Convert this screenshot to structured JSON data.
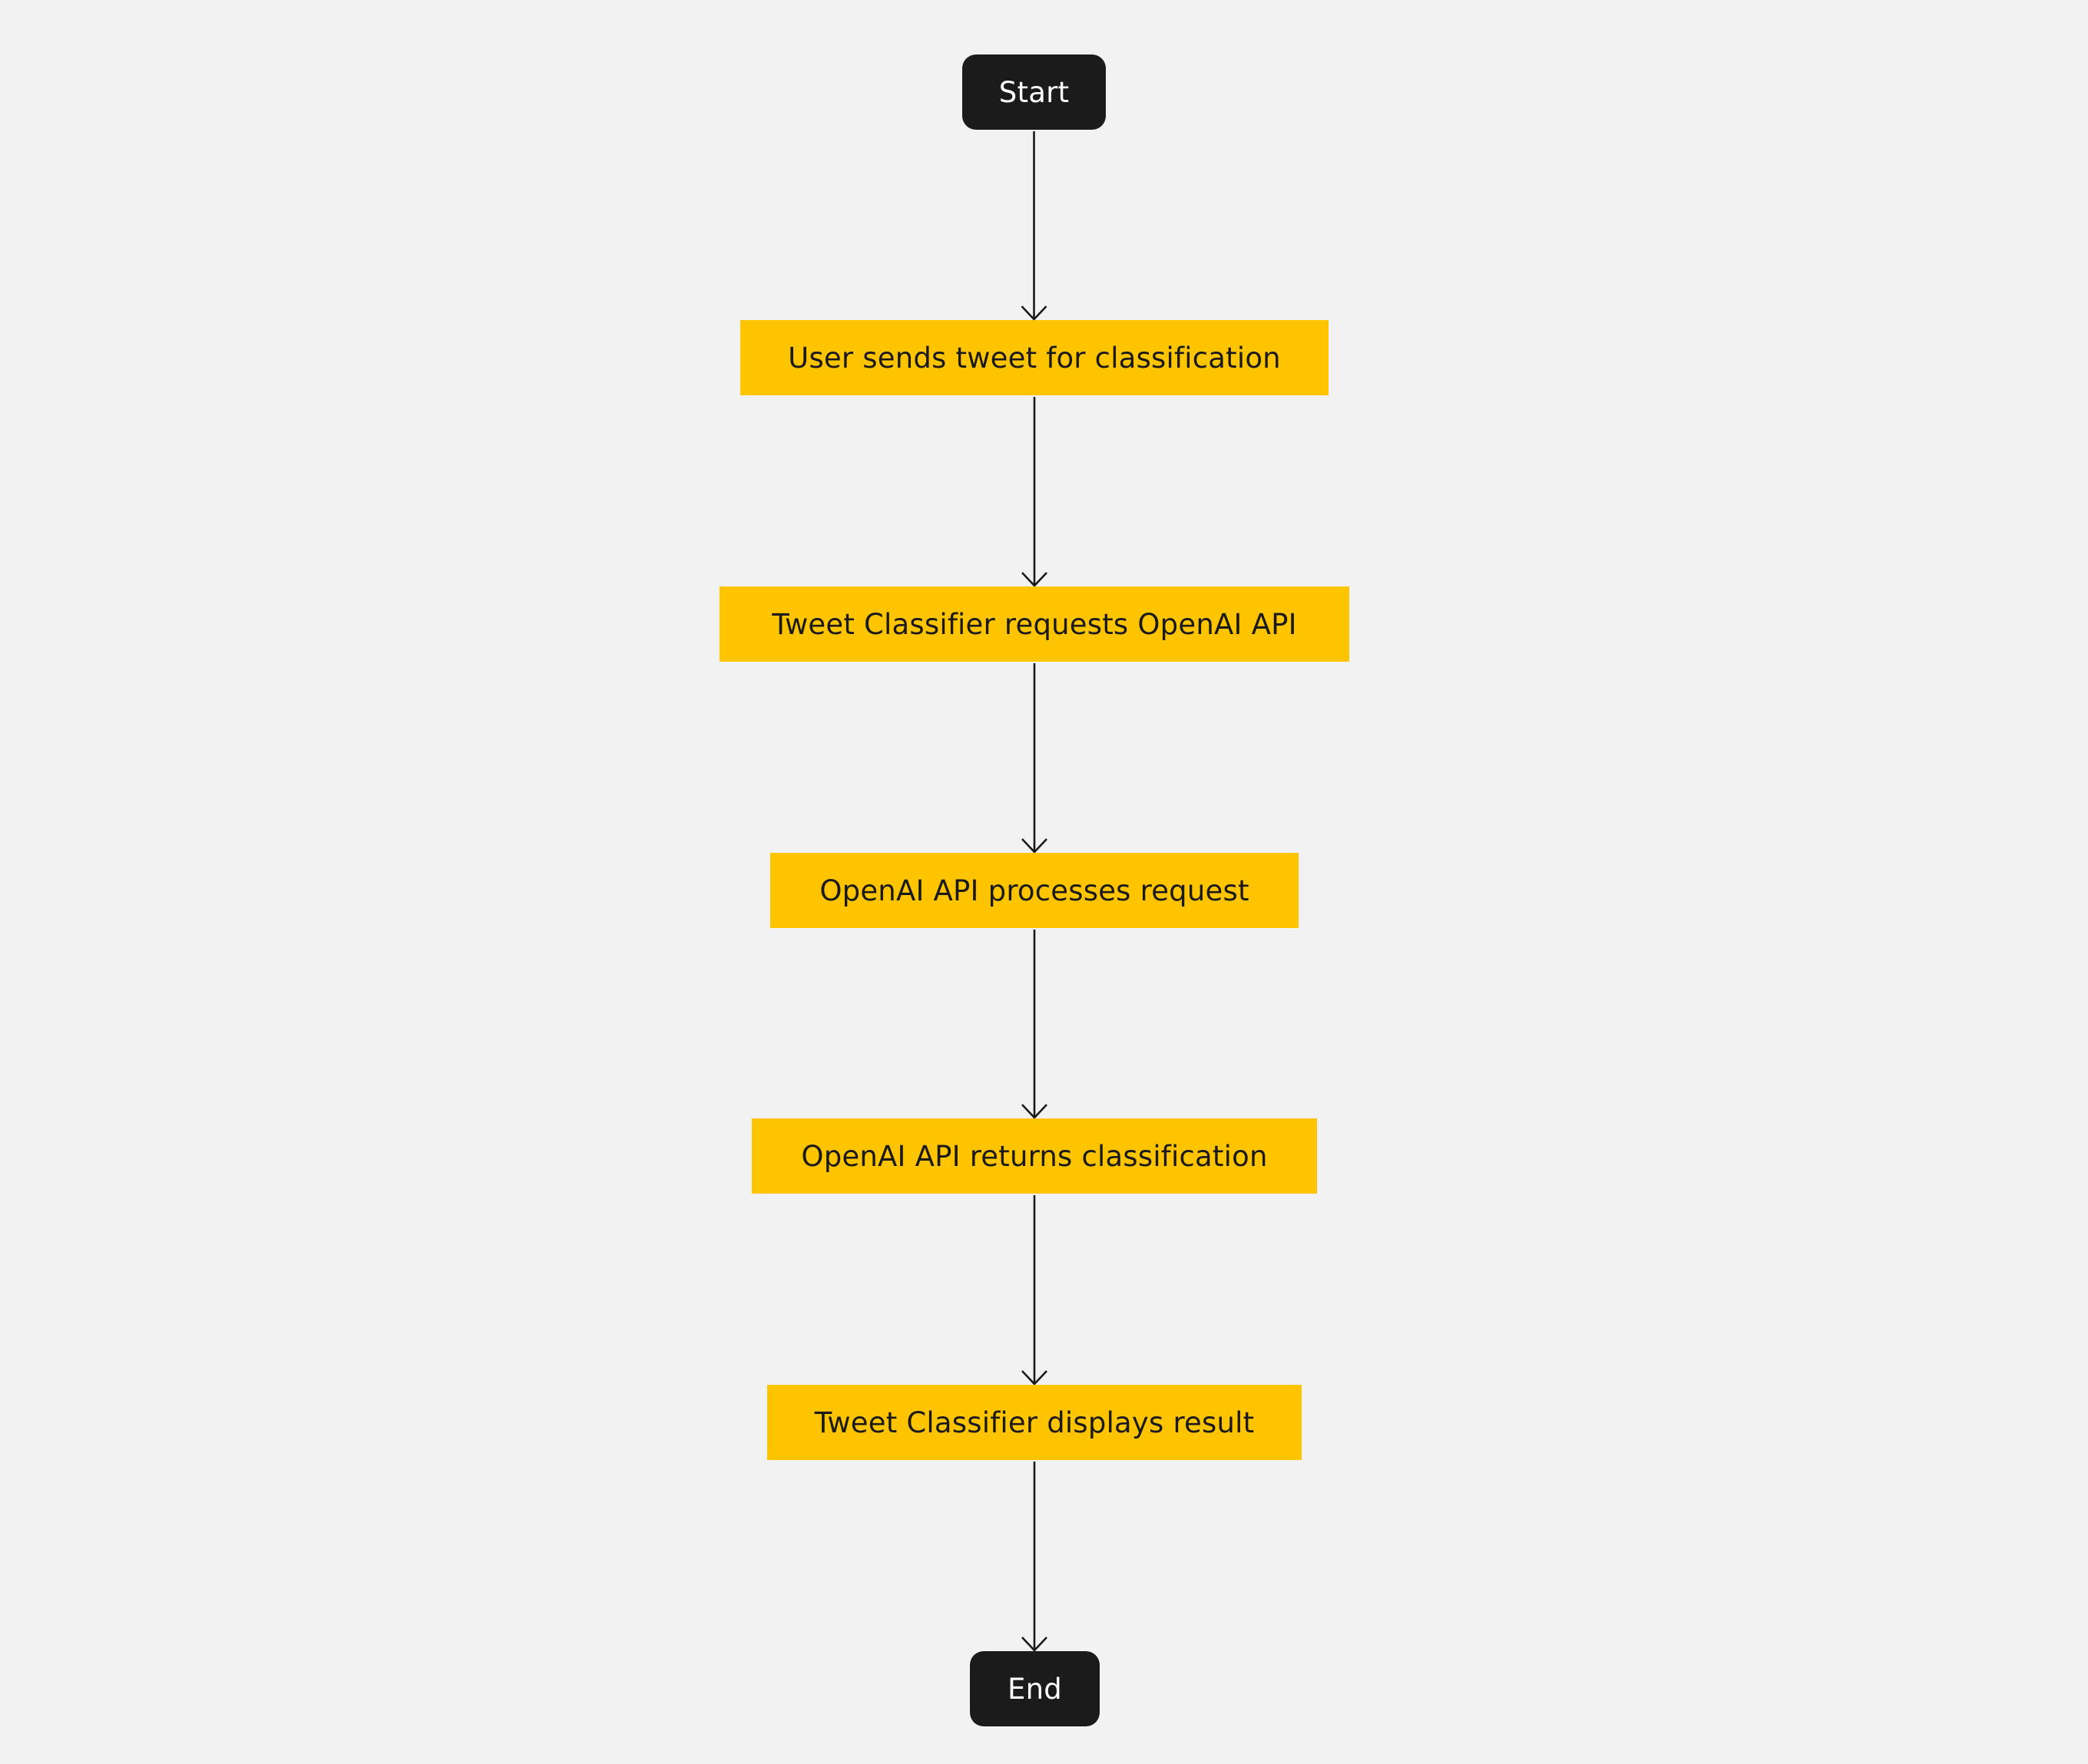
{
  "diagram": {
    "type": "flowchart",
    "colors": {
      "background": "#f2f2f2",
      "terminal_fill": "#1b1b1b",
      "terminal_text": "#ffffff",
      "process_fill": "#ffc400",
      "process_text": "#1a1a1a",
      "connector": "#1a1a1a"
    },
    "nodes": [
      {
        "id": "start",
        "kind": "terminal",
        "label": "Start"
      },
      {
        "id": "step1",
        "kind": "process",
        "label": "User sends tweet for classification"
      },
      {
        "id": "step2",
        "kind": "process",
        "label": "Tweet Classifier requests OpenAI API"
      },
      {
        "id": "step3",
        "kind": "process",
        "label": "OpenAI API processes request"
      },
      {
        "id": "step4",
        "kind": "process",
        "label": "OpenAI API returns classification"
      },
      {
        "id": "step5",
        "kind": "process",
        "label": "Tweet Classifier displays result"
      },
      {
        "id": "end",
        "kind": "terminal",
        "label": "End"
      }
    ],
    "edges": [
      {
        "from": "start",
        "to": "step1"
      },
      {
        "from": "step1",
        "to": "step2"
      },
      {
        "from": "step2",
        "to": "step3"
      },
      {
        "from": "step3",
        "to": "step4"
      },
      {
        "from": "step4",
        "to": "step5"
      },
      {
        "from": "step5",
        "to": "end"
      }
    ]
  }
}
